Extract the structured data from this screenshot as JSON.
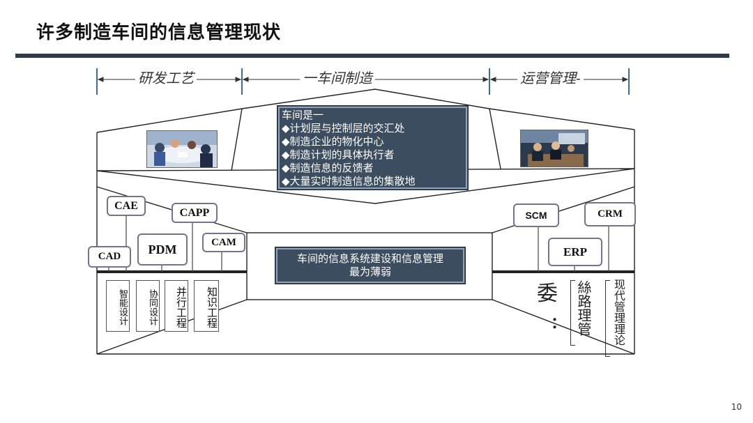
{
  "slide": {
    "title": "许多制造车间的信息管理现状",
    "page_number": "10"
  },
  "phases": {
    "rnd": "研发工艺",
    "workshop": "一车间制造",
    "operations": "运营管理-"
  },
  "workshop_box": {
    "header": "车间是一",
    "items": [
      "◆计划层与控制层的交汇处",
      "◆制造企业的物化中心",
      "◆制造计划的具体执行者",
      "◆制造信息的反馈者",
      "◆大量实时制造信息的集散地"
    ]
  },
  "weak_box": {
    "line1": "车间的信息系统建设和信息管理",
    "line2": "最为薄弱"
  },
  "left_systems": {
    "cae": "CAE",
    "capp": "CAPP",
    "pdm": "PDM",
    "cam": "CAM",
    "cad": "CAD"
  },
  "right_systems": {
    "scm": "SCM",
    "crm": "CRM",
    "erp": "ERP"
  },
  "left_foundations": {
    "smart_design": "智能设计",
    "collab_design": "协同设计",
    "concurrent_eng": "并行工程",
    "knowledge_eng": "知识工程"
  },
  "right_foundations": {
    "glyph_a": "委",
    "glyph_b": "：",
    "supply_chain": "絲路理管",
    "modern_mgmt": "现代管理理论"
  },
  "colors": {
    "title_rule": "#2e3b47",
    "dark_box": "#3c4d60",
    "system_border": "#7d6f8c",
    "phase_marker": "#3a6aa8"
  }
}
